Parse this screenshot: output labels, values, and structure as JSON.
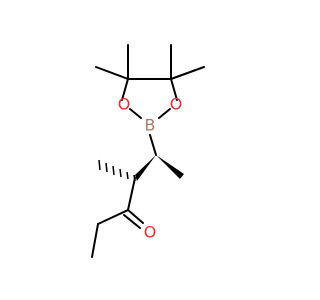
{
  "molecule": {
    "atoms": {
      "boron": {
        "symbol": "B",
        "color": "#a87b6f"
      },
      "ring_oxygen_left": {
        "symbol": "O",
        "color": "#e8312f"
      },
      "ring_oxygen_right": {
        "symbol": "O",
        "color": "#e8312f"
      },
      "carbonyl_oxygen": {
        "symbol": "O",
        "color": "#e8312f"
      }
    },
    "bond_color": "#000000"
  }
}
